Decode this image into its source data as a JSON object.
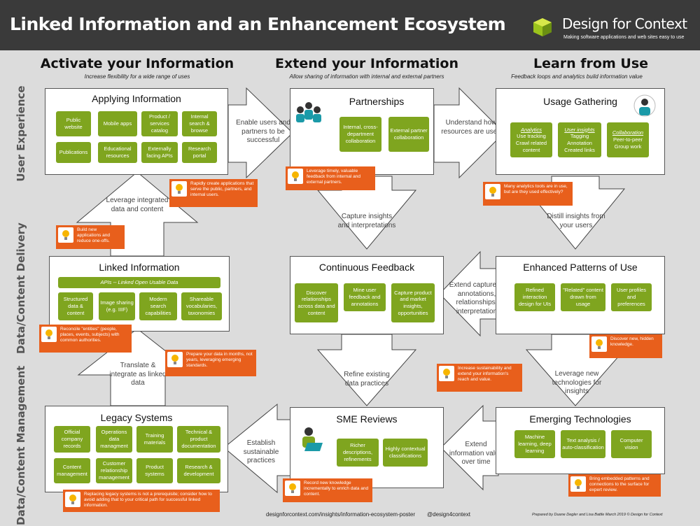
{
  "header": {
    "title": "Linked Information and an Enhancement Ecosystem",
    "brand": "Design for Context",
    "tagline": "Making software applications and web sites easy to use"
  },
  "columns": [
    {
      "heading": "Activate your Information",
      "sub": "Increase flexibility for a wide range of uses"
    },
    {
      "heading": "Extend your Information",
      "sub": "Allow sharing of information with internal and external partners"
    },
    {
      "heading": "Learn from Use",
      "sub": "Feedback loops and analytics build information value"
    }
  ],
  "rows": [
    "User Experience",
    "Data/Content Delivery",
    "Data/Content Management"
  ],
  "boxes": {
    "applying": {
      "title": "Applying Information",
      "items": [
        "Public website",
        "Mobile apps",
        "Product / services catalog",
        "Internal search & browse",
        "Publications",
        "Educational resources",
        "Externally facing APIs",
        "Research portal"
      ]
    },
    "partnerships": {
      "title": "Partnerships",
      "items": [
        "Internal, cross-department collaboration",
        "External partner collaboration"
      ]
    },
    "usage": {
      "title": "Usage Gathering",
      "items": [
        {
          "head": "Analytics",
          "body": "Use tracking Crawl related content"
        },
        {
          "head": "User insights",
          "body": "Tagging Annotation Created links"
        },
        {
          "head": "Collaboration",
          "body": "Peer-to-peer Group work"
        }
      ]
    },
    "linked": {
      "title": "Linked Information",
      "apis": "APIs -- Linked Open Usable Data",
      "items": [
        "Structured data & content",
        "Image sharing (e.g. IIIF)",
        "Modern search capabilities",
        "Shareable vocabularies, taxonomies"
      ]
    },
    "feedback": {
      "title": "Continuous Feedback",
      "items": [
        "Discover relationships across data and content",
        "Mine user feedback and annotations",
        "Capture product and market insights, opportunities"
      ]
    },
    "patterns": {
      "title": "Enhanced Patterns of Use",
      "items": [
        "Refined interaction design for UIs",
        "\"Related\" content drawn from usage",
        "User profiles and preferences"
      ]
    },
    "legacy": {
      "title": "Legacy Systems",
      "items": [
        "Official company records",
        "Operations data managment",
        "Training materials",
        "Technical & product documentation",
        "Content management",
        "Customer relationship management",
        "Product systems",
        "Research & development"
      ]
    },
    "sme": {
      "title": "SME Reviews",
      "items": [
        "Richer descriptions, refinements",
        "Highly contextual classifications"
      ]
    },
    "emerging": {
      "title": "Emerging Technologies",
      "items": [
        "Machine learning, deep learning",
        "Text analysis / auto-classification",
        "Computer vision"
      ]
    }
  },
  "arrows": {
    "a1": "Enable users and partners to be successful",
    "a2": "Understand how resources are used",
    "a3": "Leverage integrated data and content",
    "a4": "Capture insights and interpretations",
    "a5": "Distill insights from your users",
    "a6": "Extend capture of annotations, relationships, interpretation",
    "a7": "Translate & integrate as linked data",
    "a8": "Refine existing data practices",
    "a9": "Leverage new technologies for insights",
    "a10": "Establish sustainable practices",
    "a11": "Extend information value over time"
  },
  "notes": {
    "n1": "Rapidly create applications that serve the public, partners, and internal users.",
    "n2": "Leverage timely, valuable feedback from internal and external partners.",
    "n3": "Many analytics tools are in use, but are they used effectively?",
    "n4": "Build new applications and reduce one-offs.",
    "n5": "Reconcile \"entities\" (people, places, events, subjects) with common authorities.",
    "n6": "Prepare your data in months, not years, leveraging emerging standards.",
    "n7": "Discover new, hidden knowledge.",
    "n8": "Increase sustainability and extend your information's reach and value.",
    "n9": "Record new knowledge incrementally to enrich data and content.",
    "n10": "Replacing legacy systems is not a prerequisite; consider how to avoid adding that to your critical path for successful linked information.",
    "n11": "Bring embedded patterns and connections to the surface for expert review."
  },
  "footer": {
    "url": "designforcontext.com/insights/information-ecosystem-poster",
    "handle": "@design4context",
    "credit": "Prepared by Duane Degler and Lisa Battle    March 2019 © Design for Context"
  },
  "colors": {
    "header": "#3a3a3a",
    "green": "#7fa51f",
    "orange": "#e85f1c",
    "background": "#dcdcdc"
  }
}
